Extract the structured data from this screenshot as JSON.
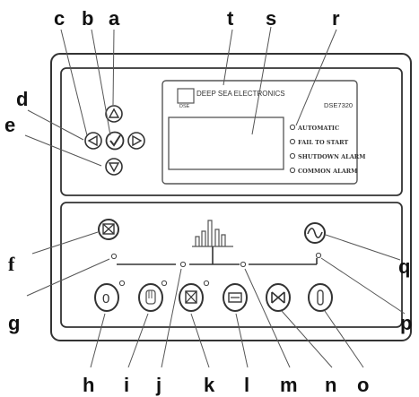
{
  "screen": {
    "brand": "DEEP SEA ELECTRONICS",
    "model": "DSE7320",
    "logo": "DSE"
  },
  "leds": [
    {
      "label": "AUTOMATIC"
    },
    {
      "label": "FAIL TO START"
    },
    {
      "label": "SHUTDOWN ALARM"
    },
    {
      "label": "COMMON ALARM"
    }
  ],
  "buttons": {
    "stop_glyph": "0",
    "manual_glyph": "I"
  },
  "callouts": {
    "a": "a",
    "b": "b",
    "c": "c",
    "d": "d",
    "e": "e",
    "f": "f",
    "g": "g",
    "h": "h",
    "i": "i",
    "j": "j",
    "k": "k",
    "l": "l",
    "m": "m",
    "n": "n",
    "o": "o",
    "p": "p",
    "q": "q",
    "r": "r",
    "s": "s",
    "t": "t"
  },
  "icons": {
    "nav_up": "arrow-up-icon",
    "nav_down": "arrow-down-icon",
    "nav_left": "arrow-left-icon",
    "nav_right": "arrow-right-icon",
    "nav_accept": "checkmark-icon",
    "generator": "generator-icon",
    "load": "load-bars-icon",
    "mains": "sine-wave-icon"
  }
}
